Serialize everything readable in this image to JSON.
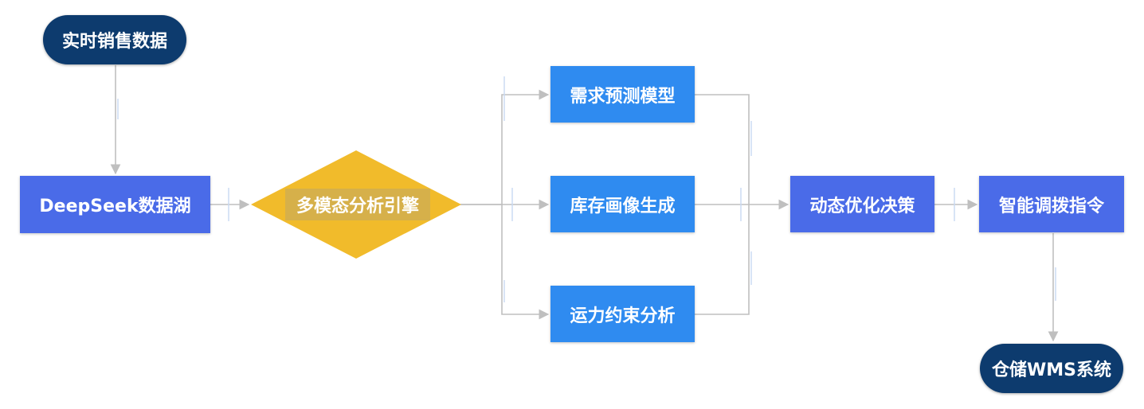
{
  "nodes": {
    "realtime_sales": "实时销售数据",
    "deepseek_lake": "DeepSeek数据湖",
    "multimodal_engine": "多模态分析引擎",
    "demand_forecast": "需求预测模型",
    "inventory_profile": "库存画像生成",
    "capacity_constraint": "运力约束分析",
    "dynamic_decision": "动态优化决策",
    "smart_dispatch": "智能调拨指令",
    "warehouse_wms": "仓储WMS系统"
  },
  "colors": {
    "pill": "#0d3b6e",
    "indigo_box": "#4a6be8",
    "blue_box": "#2f8bf0",
    "diamond": "#f1bb2b",
    "edge": "#bfbfbf",
    "tick": "#c7d9f2"
  }
}
